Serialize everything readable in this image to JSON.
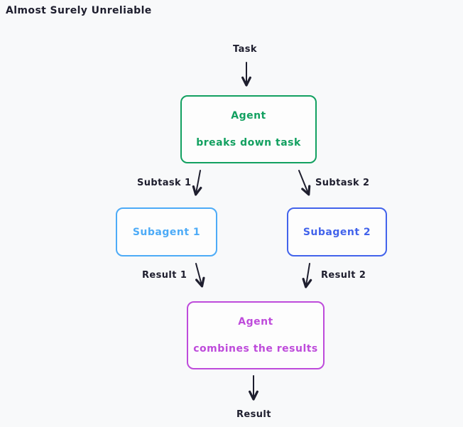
{
  "title": "Almost Surely Unreliable",
  "colors": {
    "background": "#f8f9fa",
    "ink": "#1e1e2e",
    "green": "#12a060",
    "light_blue": "#4dabf7",
    "indigo": "#4263eb",
    "purple": "#be4bdb"
  },
  "diagram": {
    "task_label": "Task",
    "agent_breakdown": {
      "line1": "Agent",
      "line2": "breaks down task"
    },
    "subtask1_label": "Subtask 1",
    "subtask2_label": "Subtask 2",
    "subagent1_label": "Subagent 1",
    "subagent2_label": "Subagent 2",
    "result1_label": "Result 1",
    "result2_label": "Result 2",
    "agent_combine": {
      "line1": "Agent",
      "line2": "combines the results"
    },
    "result_label": "Result"
  }
}
